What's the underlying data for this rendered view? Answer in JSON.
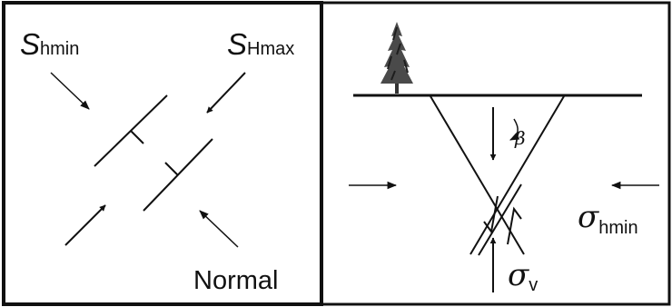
{
  "left_panel": {
    "s_letter": "S",
    "shmin_sub": "hmin",
    "shmax_sub": "Hmax",
    "regime": "Normal"
  },
  "right_panel": {
    "beta": "β",
    "sigma": "σ",
    "sigma_hmin_sub": "hmin",
    "sigma_v_sub": "v"
  },
  "icons": [
    "tree-icon"
  ],
  "colors": {
    "ink": "#111111",
    "tree": "#4a4a4a",
    "background": "#ffffff"
  }
}
